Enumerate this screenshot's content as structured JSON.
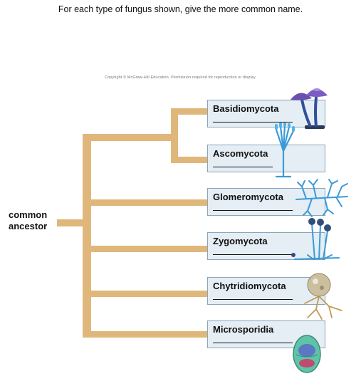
{
  "instruction": "For each type of fungus shown, give the more common name.",
  "copyright": "Copyright © McGraw-Hill Education. Permission required for reproduction or display.",
  "ancestor_label": "common ancestor",
  "taxa": [
    {
      "name": "Basidiomycota"
    },
    {
      "name": "Ascomycota"
    },
    {
      "name": "Glomeromycota"
    },
    {
      "name": "Zygomycota"
    },
    {
      "name": "Chytridiomycota"
    },
    {
      "name": "Microsporidia"
    }
  ],
  "colors": {
    "branch": "#e0b77a",
    "box_fill": "#e4eef4",
    "box_border": "#8aa6b8",
    "fungus_blue": "#3a9ad8",
    "mushroom_purple": "#6a4fb0"
  }
}
